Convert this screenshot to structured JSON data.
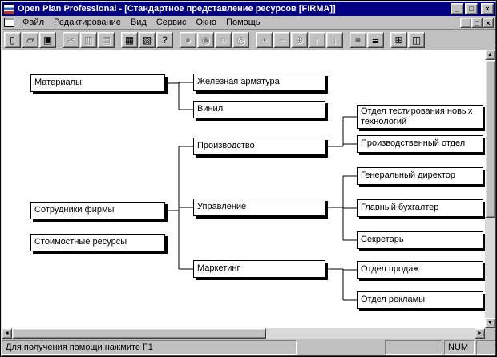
{
  "window": {
    "title": "Open Plan Professional - [Стандартное представление ресурсов [FIRMA]]",
    "controls": {
      "minimize": "_",
      "maximize": "□",
      "close": "×"
    },
    "mdi": {
      "minimize": "_",
      "restore": "□",
      "close": "×"
    }
  },
  "menu": {
    "items": [
      {
        "label": "Файл"
      },
      {
        "label": "Редактирование"
      },
      {
        "label": "Вид"
      },
      {
        "label": "Сервис"
      },
      {
        "label": "Окно"
      },
      {
        "label": "Помощь"
      }
    ]
  },
  "toolbar": {
    "buttons": [
      {
        "name": "new-document",
        "glyph": "▯"
      },
      {
        "name": "open-folder",
        "glyph": "▱"
      },
      {
        "name": "save",
        "glyph": "▣"
      },
      {
        "name": "cut",
        "glyph": "✂"
      },
      {
        "name": "copy",
        "glyph": "▥"
      },
      {
        "name": "paste",
        "glyph": "▤"
      },
      {
        "name": "print",
        "glyph": "▦"
      },
      {
        "name": "print-preview",
        "glyph": "▧"
      },
      {
        "name": "help",
        "glyph": "?"
      },
      {
        "name": "filled-circle-tool",
        "glyph": "●"
      },
      {
        "name": "filled-ellipse-tool",
        "glyph": "◉"
      },
      {
        "name": "circle-tool",
        "glyph": "○"
      },
      {
        "name": "ellipse-tool",
        "glyph": "◎"
      },
      {
        "name": "add-resource",
        "glyph": "+"
      },
      {
        "name": "remove-resource",
        "glyph": "−"
      },
      {
        "name": "link-resource",
        "glyph": "⊕"
      },
      {
        "name": "move-up",
        "glyph": "↑"
      },
      {
        "name": "move-down",
        "glyph": "↓"
      },
      {
        "name": "outline-view",
        "glyph": "≡"
      },
      {
        "name": "detail-view",
        "glyph": "≣"
      },
      {
        "name": "grid-view",
        "glyph": "⊞"
      },
      {
        "name": "tile-windows",
        "glyph": "◫"
      }
    ]
  },
  "tree": {
    "nodes": [
      {
        "label": "Материалы"
      },
      {
        "label": "Сотрудники фирмы"
      },
      {
        "label": "Стоимостные ресурсы"
      },
      {
        "label": "Железная арматура"
      },
      {
        "label": "Винил"
      },
      {
        "label": "Производство"
      },
      {
        "label": "Управление"
      },
      {
        "label": "Маркетинг"
      },
      {
        "label": "Отдел тестирования новых технологий"
      },
      {
        "label": "Производственный отдел"
      },
      {
        "label": "Генеральный директор"
      },
      {
        "label": "Главный бухгалтер"
      },
      {
        "label": "Секретарь"
      },
      {
        "label": "Отдел продаж"
      },
      {
        "label": "Отдел рекламы"
      }
    ]
  },
  "scrollbars": {
    "up": "▲",
    "down": "▼",
    "left": "◄",
    "right": "►"
  },
  "statusbar": {
    "message": "Для получения помощи нажмите F1",
    "num": "NUM"
  }
}
